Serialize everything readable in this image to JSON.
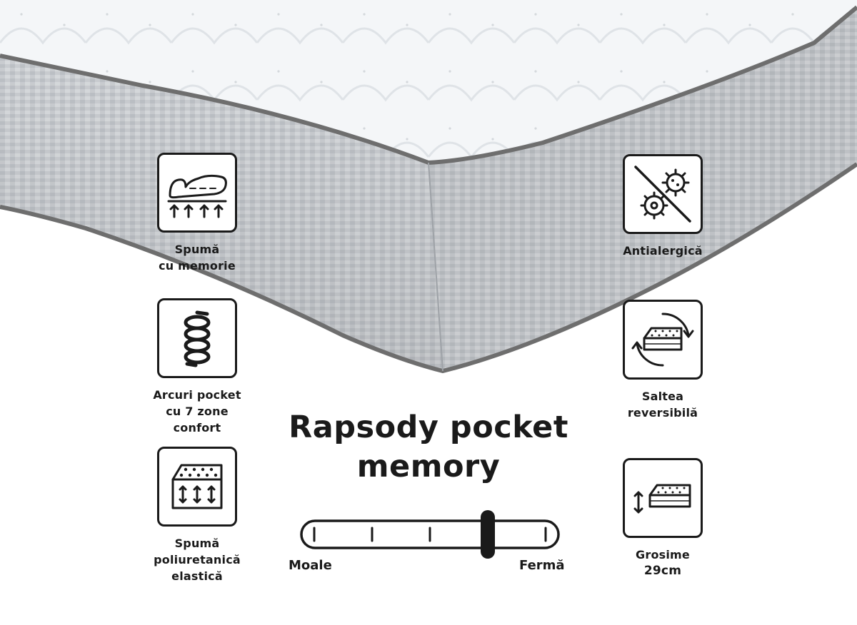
{
  "product": {
    "title_lines": [
      "Rapsody pocket",
      "memory"
    ]
  },
  "features": {
    "memory_foam": {
      "icon": "memory-foam-icon",
      "lines": [
        "Spumă",
        "cu memorie"
      ]
    },
    "pocket_springs": {
      "icon": "pocket-spring-icon",
      "lines": [
        "Arcuri pocket",
        "cu 7 zone",
        "confort"
      ]
    },
    "elastic_foam": {
      "icon": "elastic-foam-icon",
      "lines": [
        "Spumă",
        "poliuretanică",
        "elastică"
      ]
    },
    "antiallergic": {
      "icon": "anti-allergy-icon",
      "lines": [
        "Antialergică"
      ]
    },
    "reversible": {
      "icon": "reversible-mattress-icon",
      "lines": [
        "Saltea",
        "reversibilă"
      ]
    },
    "thickness": {
      "icon": "thickness-icon",
      "label": "Grosime",
      "value": "29cm"
    }
  },
  "firmness": {
    "min_label": "Moale",
    "max_label": "Fermă",
    "tick_count": 5,
    "level": 0.75
  },
  "colors": {
    "ink": "#1a1a1a",
    "fabric_top": "#f4f6f8",
    "fabric_side": "#c9ccd0",
    "piping": "#6e6e6e"
  }
}
